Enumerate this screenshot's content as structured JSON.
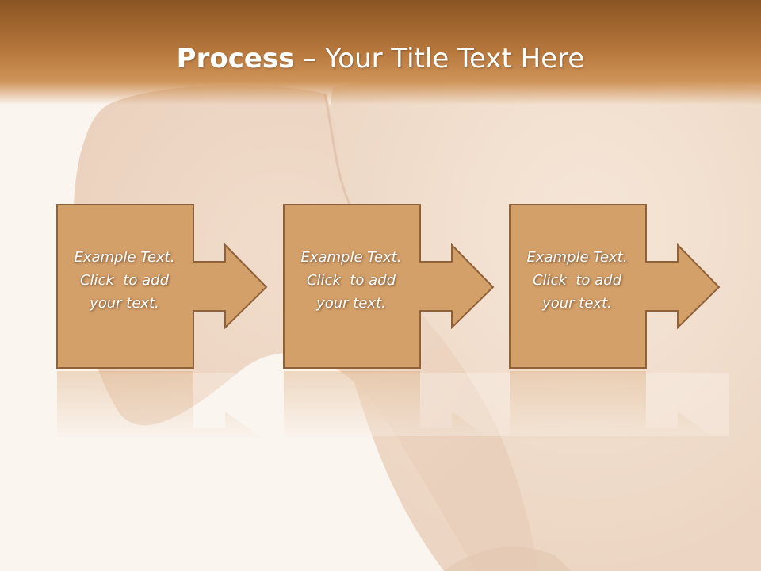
{
  "title": {
    "bold": "Process",
    "separator": " – ",
    "rest": "Your Title Text Here"
  },
  "steps": [
    {
      "line1": "Example Text.",
      "line2": "Click  to add",
      "line3": "your text."
    },
    {
      "line1": "Example Text.",
      "line2": "Click  to add",
      "line3": "your text."
    },
    {
      "line1": "Example Text.",
      "line2": "Click  to add",
      "line3": "your text."
    }
  ],
  "colors": {
    "title_bar": "#a86c33",
    "box_fill": "#d4a06a",
    "box_border": "#8f6239",
    "text": "#ffffff",
    "background": "#fbf4ef"
  }
}
